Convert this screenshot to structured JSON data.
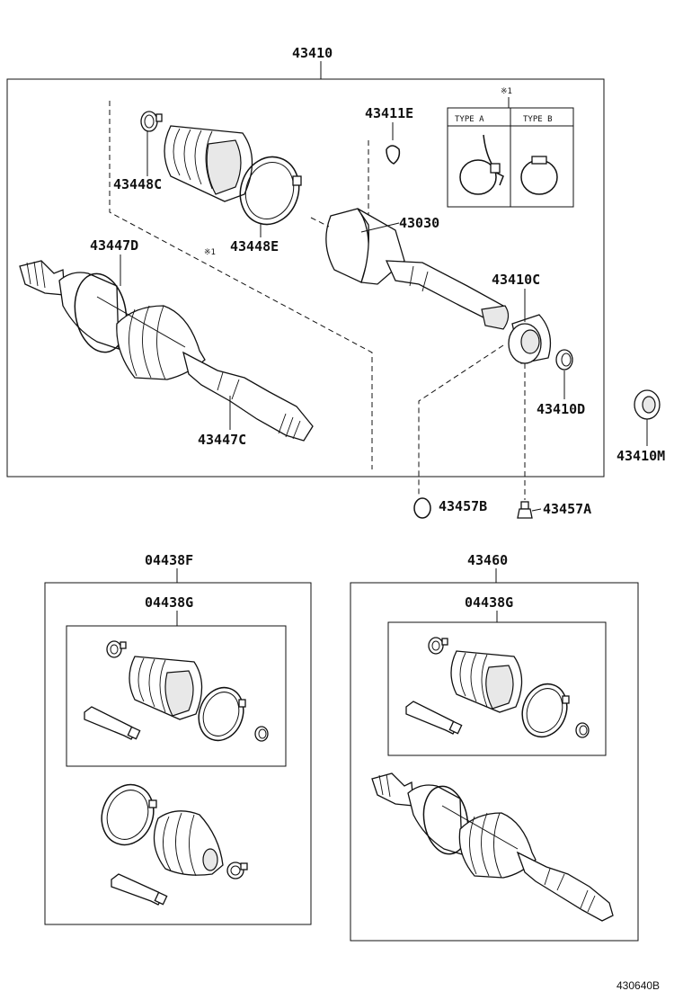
{
  "colors": {
    "line": "#111111",
    "background": "#ffffff",
    "shade": "#e8e8e8"
  },
  "assembly": {
    "main_label": "43410",
    "labels": {
      "p43411E": "43411E",
      "p43448C": "43448C",
      "p43448E": "43448E",
      "p43447D": "43447D",
      "p43030": "43030",
      "p43410C": "43410C",
      "p43410D": "43410D",
      "p43447C": "43447C",
      "p43410M": "43410M",
      "p43457B": "43457B",
      "p43457A": "43457A"
    },
    "note_mark_top": "※1",
    "note_mark_boot": "※1",
    "type_a": "TYPE A",
    "type_b": "TYPE B"
  },
  "kits": {
    "left_outer": "04438F",
    "left_inner": "04438G",
    "right_outer": "43460",
    "right_inner": "04438G"
  },
  "reference_code": "430640B"
}
